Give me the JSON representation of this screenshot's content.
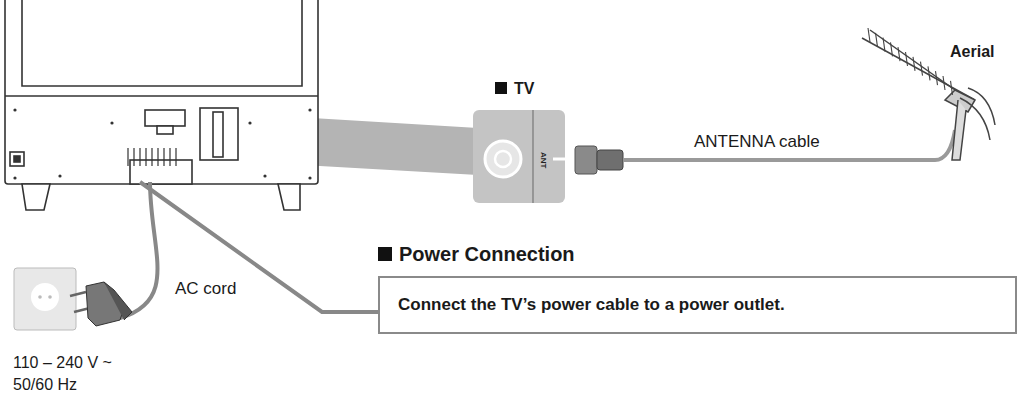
{
  "diagram": {
    "nodes": [
      {
        "text": [
          "TV"
        ]
      },
      {
        "text": [
          "Power Connection",
          "Connect the TV’s power cable to a power outlet."
        ]
      }
    ],
    "labels": [
      "Aerial",
      "ANTENNA cable",
      "ANT",
      "AC cord",
      "110 – 240 V ~ 50/60 Hz"
    ]
  }
}
